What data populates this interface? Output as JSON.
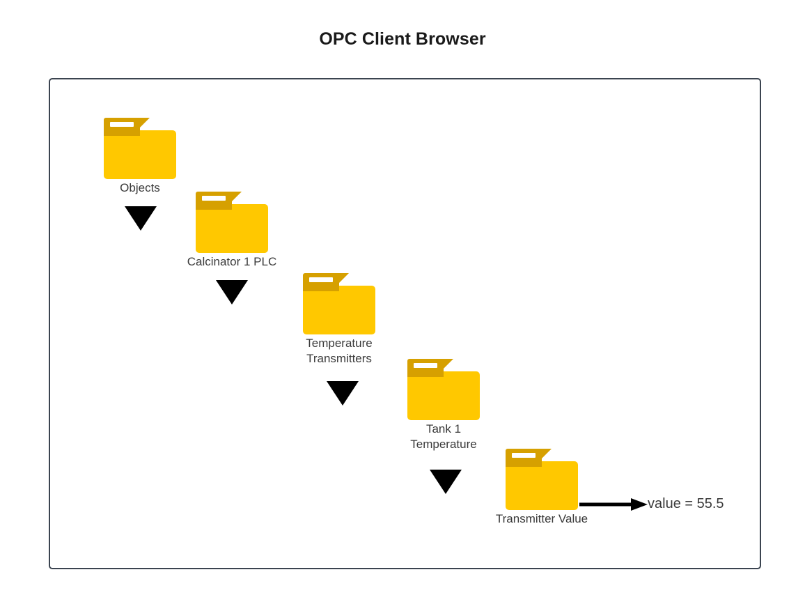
{
  "page": {
    "title": "OPC Client Browser",
    "background": "#ffffff"
  },
  "colors": {
    "folder_body": "#FFC800",
    "folder_tab": "#D6A000",
    "frame_border": "#3b4450",
    "text": "#3a3a3a",
    "arrow": "#000000"
  },
  "diagram": {
    "nodes": [
      {
        "id": "objects",
        "label": "Objects",
        "icon": "folder-icon"
      },
      {
        "id": "calcinator-1-plc",
        "label": "Calcinator 1 PLC",
        "icon": "folder-icon"
      },
      {
        "id": "temperature-transmitters",
        "label_line1": "Temperature",
        "label_line2": "Transmitters",
        "icon": "folder-icon"
      },
      {
        "id": "tank-1-temperature",
        "label_line1": "Tank 1",
        "label_line2": "Temperature",
        "icon": "folder-icon"
      },
      {
        "id": "transmitter-value",
        "label": "Transmitter Value",
        "icon": "folder-icon"
      }
    ],
    "connectors": [
      {
        "from": "objects",
        "to": "calcinator-1-plc",
        "type": "triangle-down"
      },
      {
        "from": "calcinator-1-plc",
        "to": "temperature-transmitters",
        "type": "triangle-down"
      },
      {
        "from": "temperature-transmitters",
        "to": "tank-1-temperature",
        "type": "triangle-down"
      },
      {
        "from": "tank-1-temperature",
        "to": "transmitter-value",
        "type": "triangle-down"
      }
    ],
    "value_readout": {
      "text": "value = 55.5",
      "source": "transmitter-value"
    }
  }
}
